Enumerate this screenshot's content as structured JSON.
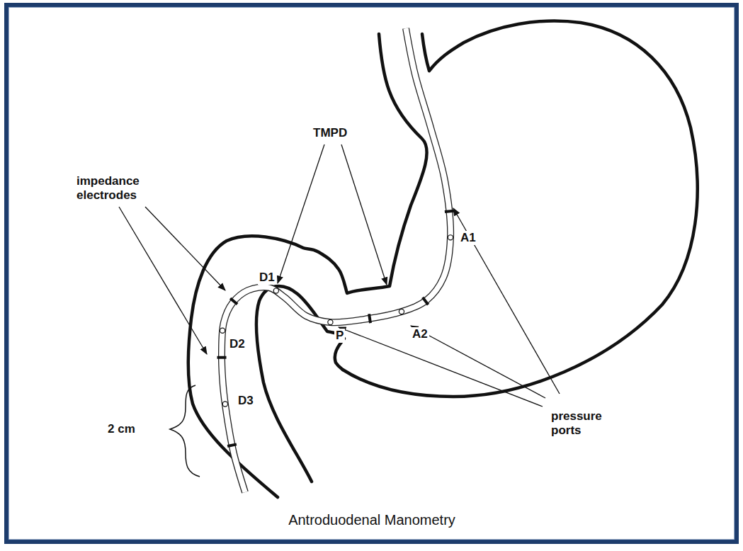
{
  "diagram": {
    "caption": "Antroduodenal Manometry",
    "labels": [
      "TMPD",
      "impedance electrodes",
      "pressure ports",
      "D1",
      "D2",
      "D3",
      "A1",
      "A2",
      "P",
      "2 cm"
    ]
  }
}
